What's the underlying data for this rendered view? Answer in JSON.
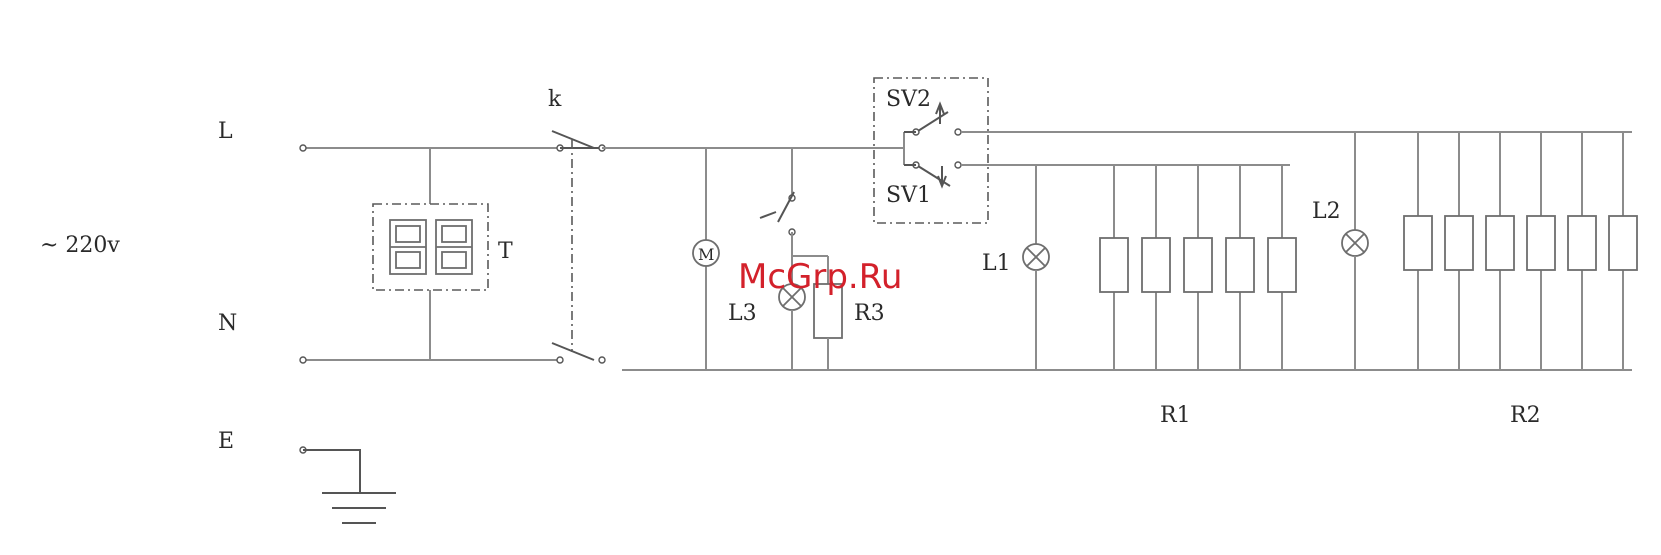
{
  "labels": {
    "supply": "~ 220v",
    "line": "L",
    "neutral": "N",
    "earth": "E",
    "switch_k": "k",
    "thermostat": "T",
    "motor": "M",
    "lamp3": "L3",
    "res3": "R3",
    "sv2": "SV2",
    "sv1": "SV1",
    "lamp1": "L1",
    "res_bank1": "R1",
    "lamp2": "L2",
    "res_bank2": "R2"
  },
  "watermark": "McGrp.Ru",
  "colors": {
    "wire": "#8c8c8c",
    "component": "#6e6e6e",
    "watermark": "#d3212b"
  }
}
